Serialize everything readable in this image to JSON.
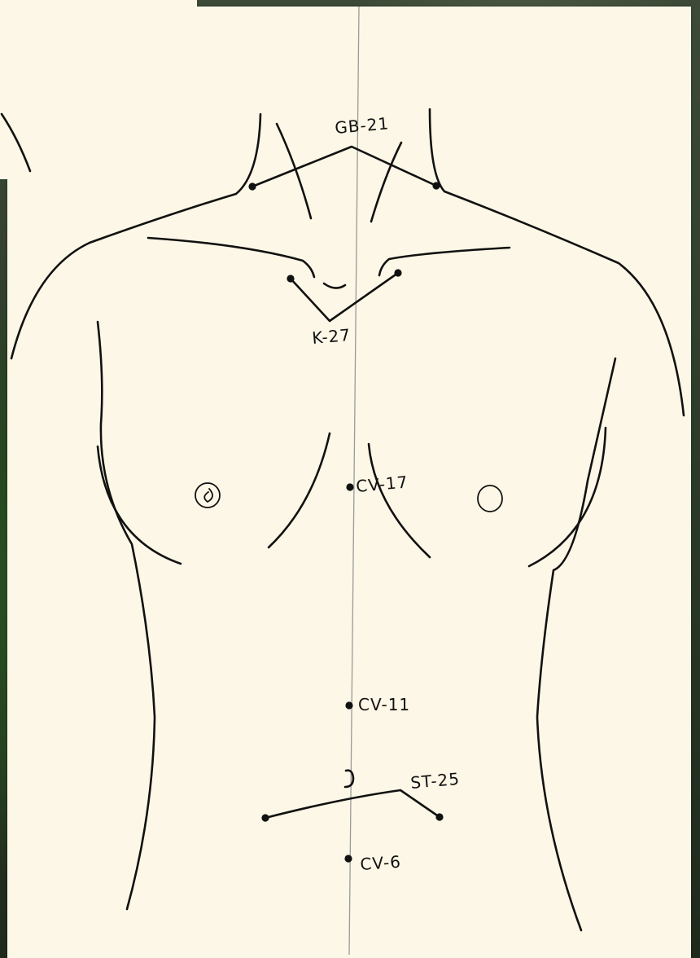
{
  "points": [
    {
      "id": "gb21",
      "label": "GB-21"
    },
    {
      "id": "k27",
      "label": "K-27"
    },
    {
      "id": "cv17",
      "label": "CV-17"
    },
    {
      "id": "cv11",
      "label": "CV-11"
    },
    {
      "id": "st25",
      "label": "ST-25"
    },
    {
      "id": "cv6",
      "label": "CV-6"
    }
  ],
  "colors": {
    "ink": "#111111",
    "paper": "#fcf7e6",
    "midline": "#9a9a9a",
    "backdrop": "#2f3a2e"
  }
}
